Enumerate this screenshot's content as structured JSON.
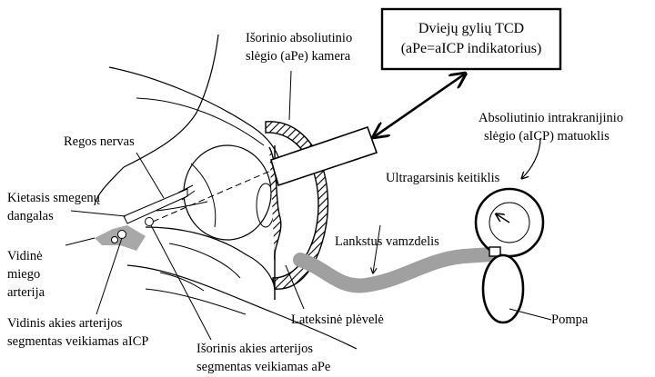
{
  "tcd_box": {
    "line1": "Dviejų gylių TCD",
    "line2": "(aPe=aICP indikatorius)"
  },
  "labels": {
    "ape_chamber_1": "Išorinio absoliutinio",
    "ape_chamber_2": "slėgio (aPe) kamera",
    "optic_nerve": "Regos nervas",
    "dura_1": "Kietasis smegenų",
    "dura_2": "dangalas",
    "carotid_1": "Vidinė",
    "carotid_2": "miego",
    "carotid_3": "arterija",
    "inner_seg_1": "Vidinis akies arterijos",
    "inner_seg_2": "segmentas veikiamas aICP",
    "outer_seg_1": "Išorinis akies arterijos",
    "outer_seg_2": "segmentas veikiamas aPe",
    "transducer": "Ultragarsinis keitiklis",
    "aicp_meter_1": "Absoliutinio intrakranijinio",
    "aicp_meter_2": "slėgio (aICP) matuoklis",
    "flex_tube": "Lankstus vamzdelis",
    "latex": "Lateksinė plėvelė",
    "pump": "Pompa"
  },
  "icons": [
    "head-outline",
    "eye",
    "pressure-chamber",
    "ultrasound-transducer",
    "pressure-gauge",
    "pump-bulb",
    "flexible-tube"
  ]
}
